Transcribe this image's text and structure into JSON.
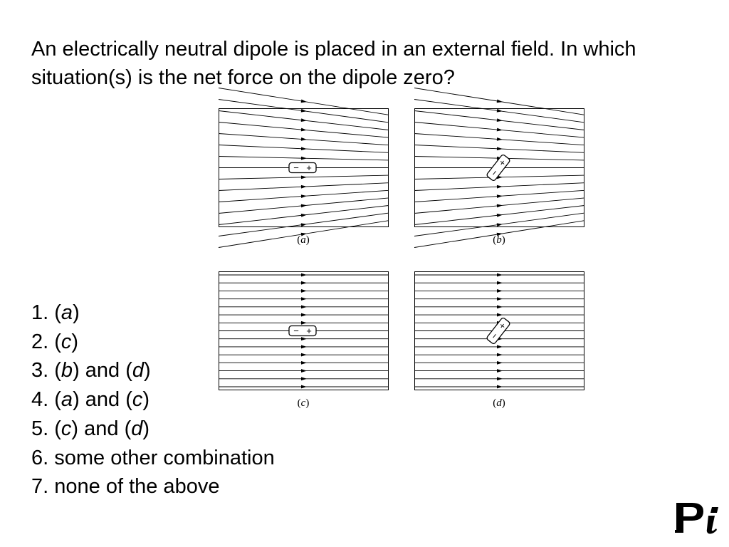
{
  "question": "An electrically neutral dipole is placed in an external field. In which situation(s) is the net force on the dipole zero?",
  "figure": {
    "panels": [
      {
        "id": "a",
        "field": "non-uniform",
        "dipole_orientation": "horizontal",
        "caption": "a"
      },
      {
        "id": "b",
        "field": "non-uniform",
        "dipole_orientation": "tilted",
        "caption": "b"
      },
      {
        "id": "c",
        "field": "uniform",
        "dipole_orientation": "horizontal",
        "caption": "c"
      },
      {
        "id": "d",
        "field": "uniform",
        "dipole_orientation": "tilted",
        "caption": "d"
      }
    ],
    "dipole_signs": {
      "negative": "−",
      "positive": "+"
    }
  },
  "choices": [
    {
      "number": "1.",
      "parts": [
        {
          "t": "("
        },
        {
          "t": "a",
          "i": true
        },
        {
          "t": ")"
        }
      ]
    },
    {
      "number": "2.",
      "parts": [
        {
          "t": "("
        },
        {
          "t": "c",
          "i": true
        },
        {
          "t": ")"
        }
      ]
    },
    {
      "number": "3.",
      "parts": [
        {
          "t": "("
        },
        {
          "t": "b",
          "i": true
        },
        {
          "t": ") and ("
        },
        {
          "t": "d",
          "i": true
        },
        {
          "t": ")"
        }
      ]
    },
    {
      "number": "4.",
      "parts": [
        {
          "t": "("
        },
        {
          "t": "a",
          "i": true
        },
        {
          "t": ") and ("
        },
        {
          "t": "c",
          "i": true
        },
        {
          "t": ")"
        }
      ]
    },
    {
      "number": "5.",
      "parts": [
        {
          "t": "("
        },
        {
          "t": "c",
          "i": true
        },
        {
          "t": ") and ("
        },
        {
          "t": "d",
          "i": true
        },
        {
          "t": ")"
        }
      ]
    },
    {
      "number": "6.",
      "parts": [
        {
          "t": "some other combination"
        }
      ]
    },
    {
      "number": "7.",
      "parts": [
        {
          "t": "none of the above"
        }
      ]
    }
  ],
  "logo_icon": "pi-logo-icon"
}
